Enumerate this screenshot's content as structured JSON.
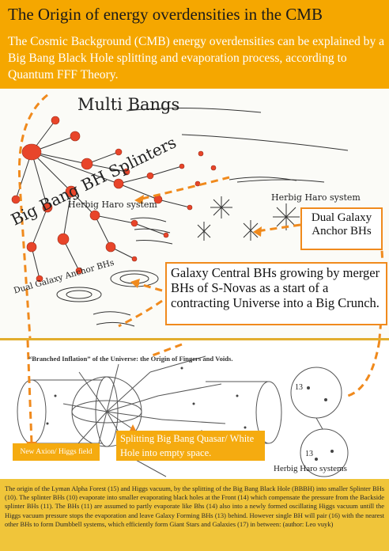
{
  "header": {
    "title": "The Origin of energy overdensities in the CMB",
    "subtitle": "The Cosmic Background (CMB) energy overdensities can be explained by a Big Bang Black Hole splitting and evaporation process, according to Quantum FFF Theory."
  },
  "sketch": {
    "multi_bangs": "Multi Bangs",
    "splinters": "Big Bang BH Splinters",
    "herbig_left": "Herbig Haro system",
    "herbig_right": "Herbig Haro system",
    "dual_left": "Dual Galaxy Anchor BHs",
    "box_anchor": "Dual Galaxy Anchor BHs",
    "box_central": "Galaxy Central BHs growing by merger BHs of S-Novas as a start of a contracting Universe into a Big Crunch."
  },
  "lower": {
    "inflation_title": "“Branched Inflation” of the Universe: the Origin of Fingers and Voids.",
    "axion_label": "New Axion/ Higgs field",
    "quasar_label": "Splitting Big Bang Quasar/ White Hole into empty space.",
    "herbig_bottom": "Herbig Haro systems",
    "label_13a": "13",
    "label_13b": "13"
  },
  "footer": {
    "text": "The origin of the Lyman Alpha Forest (15) and Higgs vacuum, by the splitting of the Big Bang Black Hole (BBBH) into smaller Splinter BHs (10). The splinter BHs (10) evaporate into smaller evaporating black holes at the Front (14) which compensate the pressure from the Backside splinter BHs (11). The BHs (11) are assumed to partly evaporate like Bhs (14) also into a newly formed oscillating Higgs vacuum untill the Higgs vacuum pressure stops the evaporation and leave Galaxy Forming BHs (13) behind. However single BH will pair (16) with the nearest other BHs to form Dumbbell systems, which efficiently form Giant Stars and Galaxies (17) in between: (author: Leo vuyk)"
  },
  "colors": {
    "header_bg": "#f5a700",
    "accent_orange": "#f08a1d",
    "node_red": "#e8452a",
    "footer_bg": "#f0c53a"
  }
}
